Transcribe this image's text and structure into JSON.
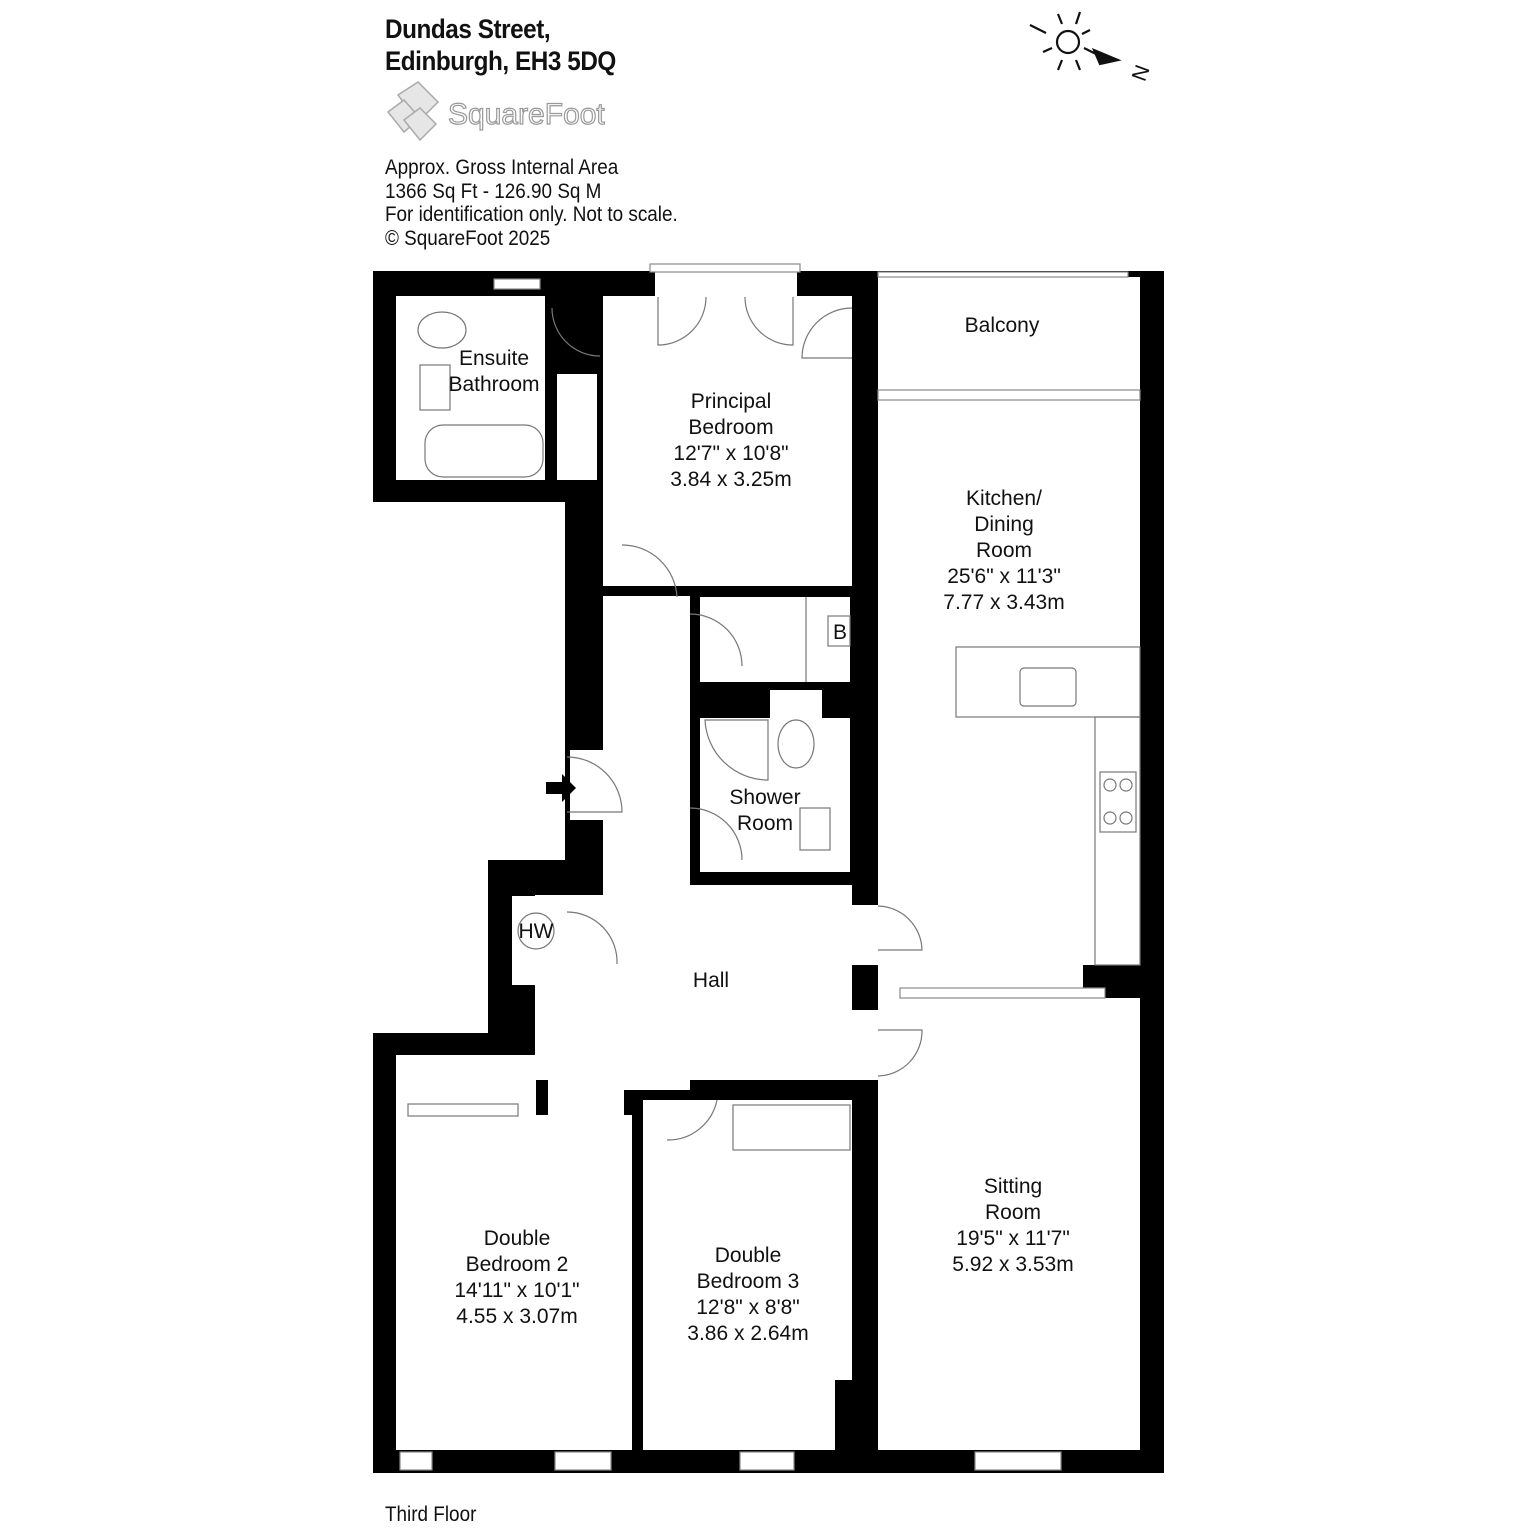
{
  "header": {
    "address_line1": "Dundas Street,",
    "address_line2": "Edinburgh, EH3 5DQ",
    "logo_text": "SquareFoot",
    "info": [
      "Approx. Gross Internal Area",
      "1366 Sq Ft  -  126.90 Sq M",
      "For identification only. Not to scale.",
      "© SquareFoot 2025"
    ]
  },
  "compass": {
    "north_label": "N"
  },
  "rooms": {
    "ensuite": {
      "line1": "Ensuite",
      "line2": "Bathroom"
    },
    "principal": {
      "line1": "Principal",
      "line2": "Bedroom",
      "imperial": "12'7\" x 10'8\"",
      "metric": "3.84 x 3.25m"
    },
    "balcony": {
      "line1": "Balcony"
    },
    "kitchen": {
      "line1": "Kitchen/",
      "line2": "Dining",
      "line3": "Room",
      "imperial": "25'6\" x 11'3\"",
      "metric": "7.77 x 3.43m"
    },
    "boiler": {
      "line1": "B"
    },
    "shower": {
      "line1": "Shower",
      "line2": "Room"
    },
    "hotwater": {
      "line1": "HW"
    },
    "hall": {
      "line1": "Hall"
    },
    "bedroom2": {
      "line1": "Double",
      "line2": "Bedroom 2",
      "imperial": "14'11\" x 10'1\"",
      "metric": "4.55 x 3.07m"
    },
    "bedroom3": {
      "line1": "Double",
      "line2": "Bedroom 3",
      "imperial": "12'8\" x 8'8\"",
      "metric": "3.86 x 2.64m"
    },
    "sitting": {
      "line1": "Sitting",
      "line2": "Room",
      "imperial": "19'5\" x 11'7\"",
      "metric": "5.92 x 3.53m"
    }
  },
  "footer": {
    "floor_label": "Third Floor"
  }
}
